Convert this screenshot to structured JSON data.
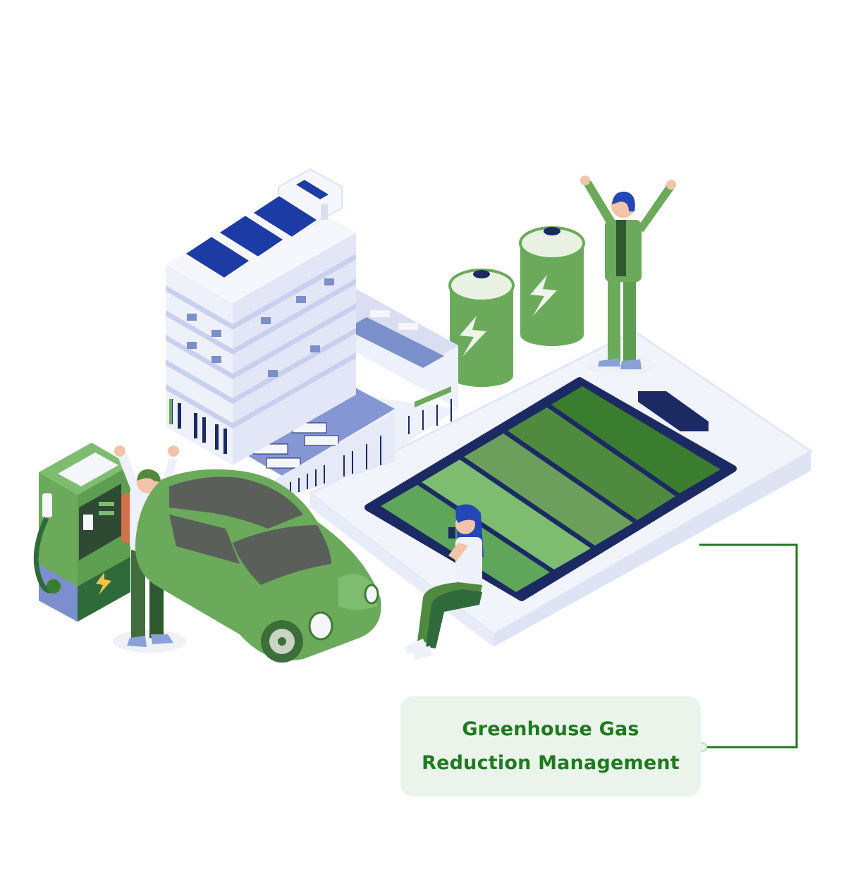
{
  "label": {
    "line1": "Greenhouse Gas",
    "line2": "Reduction Management"
  },
  "colors": {
    "brand_green": "#1f7a1f",
    "card_bg": "#eaf4ea",
    "leaf_green": "#6aaa5a",
    "navy": "#1b2a63",
    "building_white": "#eef0fa",
    "building_blue": "#7a8fcc"
  },
  "illustration": {
    "battery_cells": 5,
    "icons": [
      "solar-panel-icon",
      "lightning-bolt-icon",
      "battery-icon",
      "charging-station-icon",
      "car-icon"
    ]
  }
}
